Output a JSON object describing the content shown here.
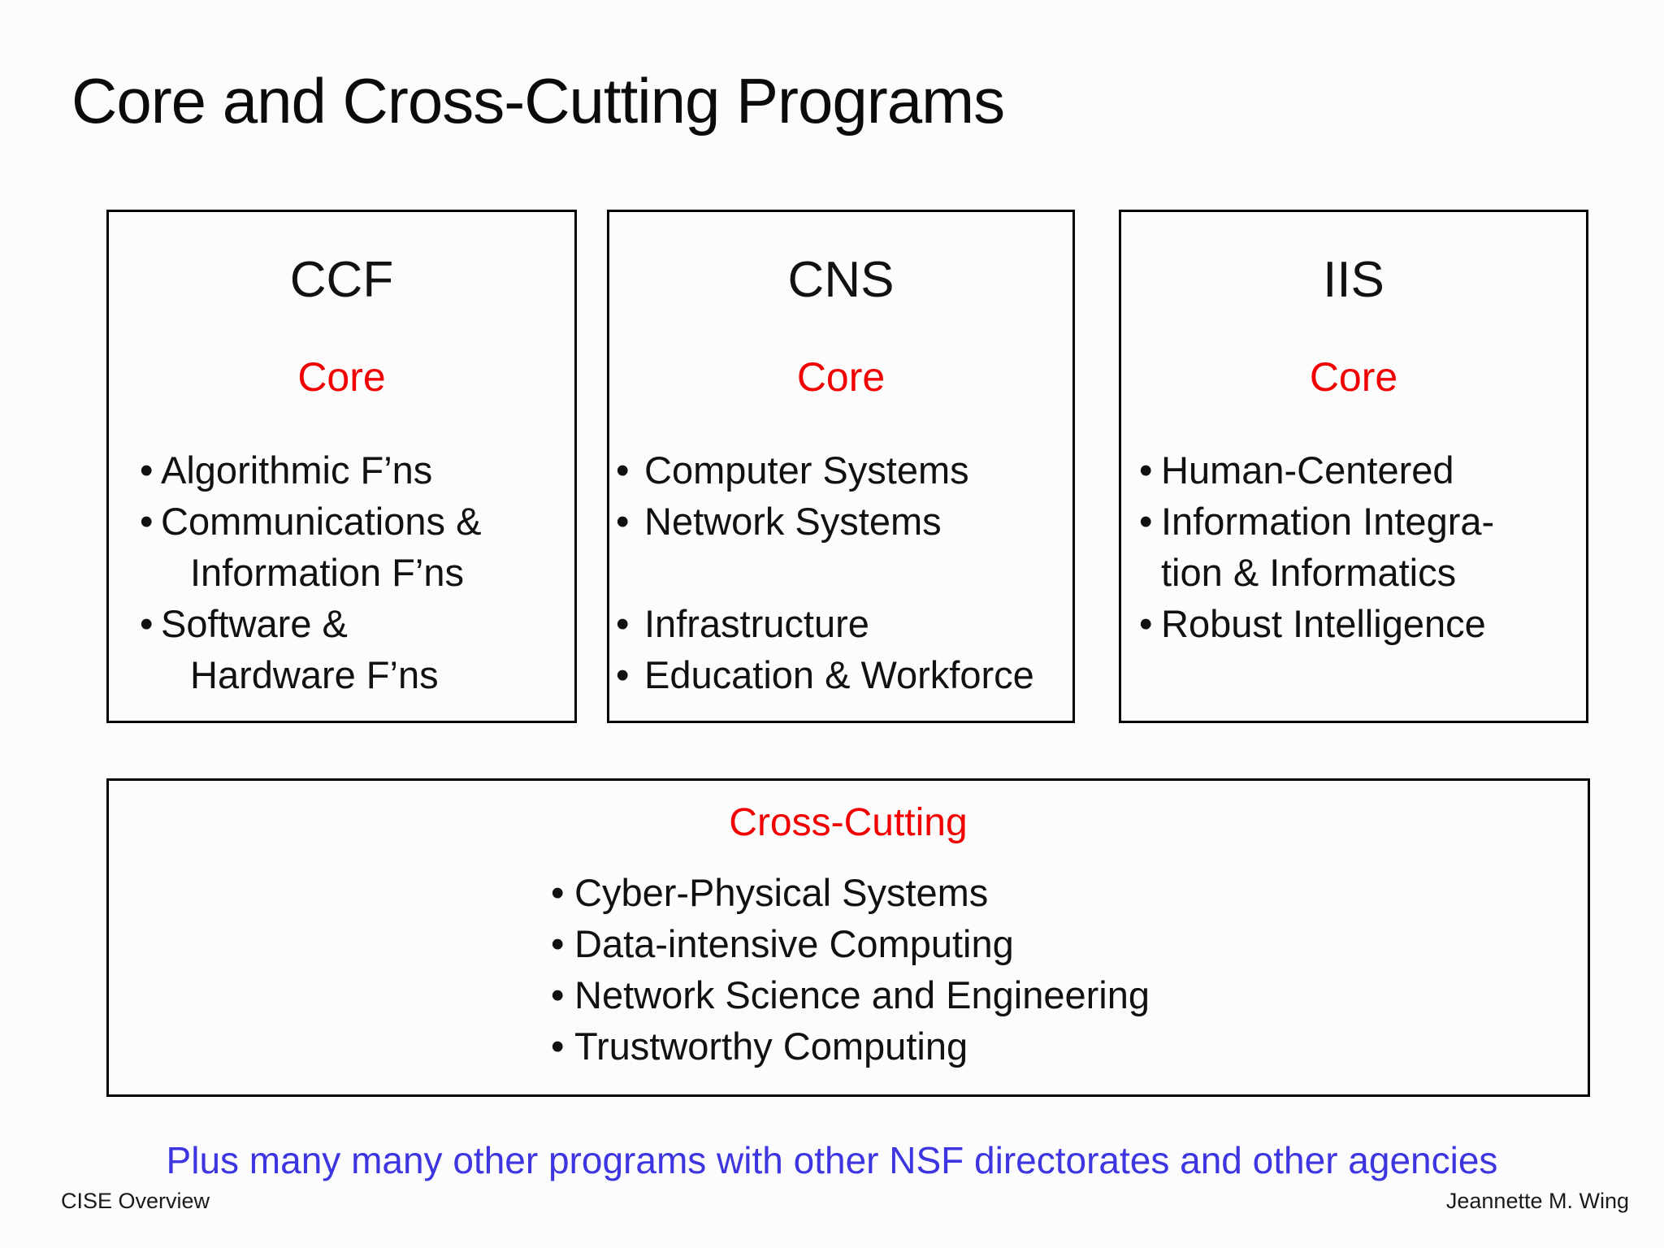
{
  "slide": {
    "title": "Core and Cross-Cutting Programs",
    "footnote": "Plus many many other programs with other NSF directorates and other agencies",
    "footer_left": "CISE Overview",
    "footer_right": "Jeannette M. Wing"
  },
  "colors": {
    "red": "#f20000",
    "blue": "#3d35e0",
    "text": "#111111",
    "border": "#000000",
    "background": "#fcfcfc"
  },
  "bullet_glyph": "•",
  "boxes": [
    {
      "id": "ccf",
      "title": "CCF",
      "label": "Core",
      "items": [
        {
          "lines": [
            "Algorithmic F’ns"
          ]
        },
        {
          "lines": [
            "Communications &",
            "Information F’ns"
          ]
        },
        {
          "lines": [
            "Software &",
            "Hardware F’ns"
          ]
        }
      ]
    },
    {
      "id": "cns",
      "title": "CNS",
      "label": "Core",
      "items": [
        {
          "lines": [
            "Computer Systems"
          ]
        },
        {
          "lines": [
            "Network Systems"
          ]
        },
        {
          "spacer": true
        },
        {
          "lines": [
            "Infrastructure"
          ]
        },
        {
          "lines": [
            "Education & Workforce"
          ]
        }
      ]
    },
    {
      "id": "iis",
      "title": "IIS",
      "label": "Core",
      "items": [
        {
          "lines": [
            "Human-Centered"
          ]
        },
        {
          "lines": [
            "Information Integra-",
            "tion & Informatics"
          ]
        },
        {
          "lines": [
            "Robust Intelligence"
          ]
        }
      ]
    }
  ],
  "cross_cutting": {
    "title": "Cross-Cutting",
    "items": [
      {
        "lines": [
          "Cyber-Physical Systems"
        ]
      },
      {
        "lines": [
          "Data-intensive Computing"
        ]
      },
      {
        "lines": [
          "Network Science and Engineering"
        ]
      },
      {
        "lines": [
          "Trustworthy Computing"
        ]
      }
    ]
  }
}
